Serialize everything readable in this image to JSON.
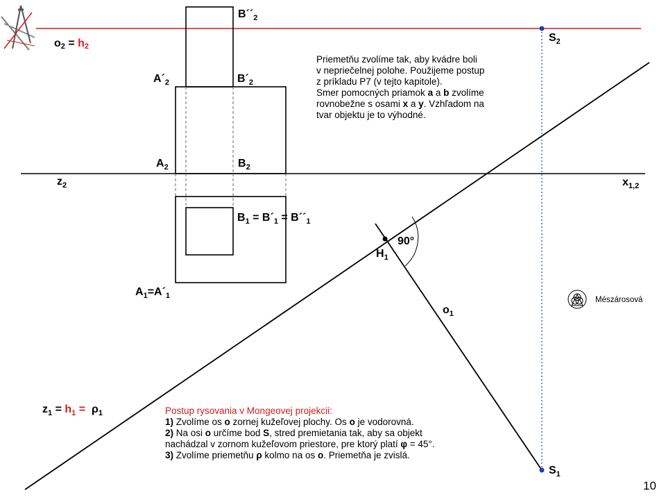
{
  "labels": {
    "o2": "o",
    "o2_sub": "2",
    "o2_eq": " = ",
    "h2": "h",
    "h2_sub": "2",
    "b2pp": "B´´",
    "b2pp_sub": "2",
    "a2p": "A´",
    "a2p_sub": "2",
    "b2p": "B´",
    "b2p_sub": "2",
    "a2": "A",
    "a2_sub": "2",
    "b2": "B",
    "b2_sub": "2",
    "z2": "z",
    "z2_sub": "2",
    "x12": "x",
    "x12_sub": "1,2",
    "s2": "S",
    "s2_sub": "2",
    "b1": "B",
    "b1_sub": "1",
    "b1_eq1": " = B´",
    "b1p_sub": "1",
    "b1_eq2": " = B´´",
    "b1pp_sub": "1",
    "a1": "A",
    "a1_sub": "1",
    "a1_eq": "=A´",
    "a1p_sub": "1",
    "h1pt": "H",
    "h1pt_sub": "1",
    "angle": "90°",
    "o1": "o",
    "o1_sub": "1",
    "z1": "z",
    "z1_sub": "1",
    "z1_eq": " = ",
    "h1": "h",
    "h1_sub": "1",
    "rho_eq": " =  ",
    "rho": "ρ",
    "rho_sub": "1",
    "s1": "S",
    "s1_sub": "1"
  },
  "note_top": {
    "line1": "Priemetňu zvolíme  tak, aby kvádre boli",
    "line2": "v nepriečelnej polohe. Použijeme postup",
    "line3": "z príkladu  P7 (v tejto kapitole).",
    "line4_a": "Smer pomocných priamok ",
    "line4_a_bold": "a",
    "line4_b": " a ",
    "line4_b_bold": "b",
    "line4_c": " zvolíme",
    "line5_a": "rovnobežne  s osami ",
    "line5_x": "x",
    "line5_b": " a ",
    "line5_y": "y",
    "line5_c": ". Vzhľadom na",
    "line6": "tvar objektu je to výhodné."
  },
  "note_bottom": {
    "title": "Postup rysovania  v Mongeovej projekcii:",
    "s1_num": "1)",
    "s1_a": " Zvolíme  os ",
    "s1_o": "o",
    "s1_b": " zornej kužeľovej plochy. Os ",
    "s1_o2": "o",
    "s1_c": "  je vodorovná.",
    "s2_num": "2)",
    "s2_a": " Na osi ",
    "s2_o": "o",
    "s2_b": " určíme  bod ",
    "s2_s": "S",
    "s2_c": ", stred premietania tak, aby sa objekt",
    "s2_line2_a": "nachádzal v zornom kužeľovom  priestore, pre ktorý  platí ",
    "s2_phi": "φ",
    "s2_line2_b": " = 45°.",
    "s3_num": "3)",
    "s3_a": " Zvolíme  priemetňu ",
    "s3_rho": "ρ",
    "s3_b": " kolmo na os ",
    "s3_o": "o",
    "s3_c": ". Priemetňa je zvislá."
  },
  "signature": "Mészárosová",
  "page_number": "10",
  "colors": {
    "red": "#d91a1a",
    "blue": "#1f3fa8",
    "black": "#000000",
    "dash": "#666666"
  },
  "icons": {
    "logo": "compass-drafting-icon",
    "signature_logo": "triquetra-icon"
  }
}
